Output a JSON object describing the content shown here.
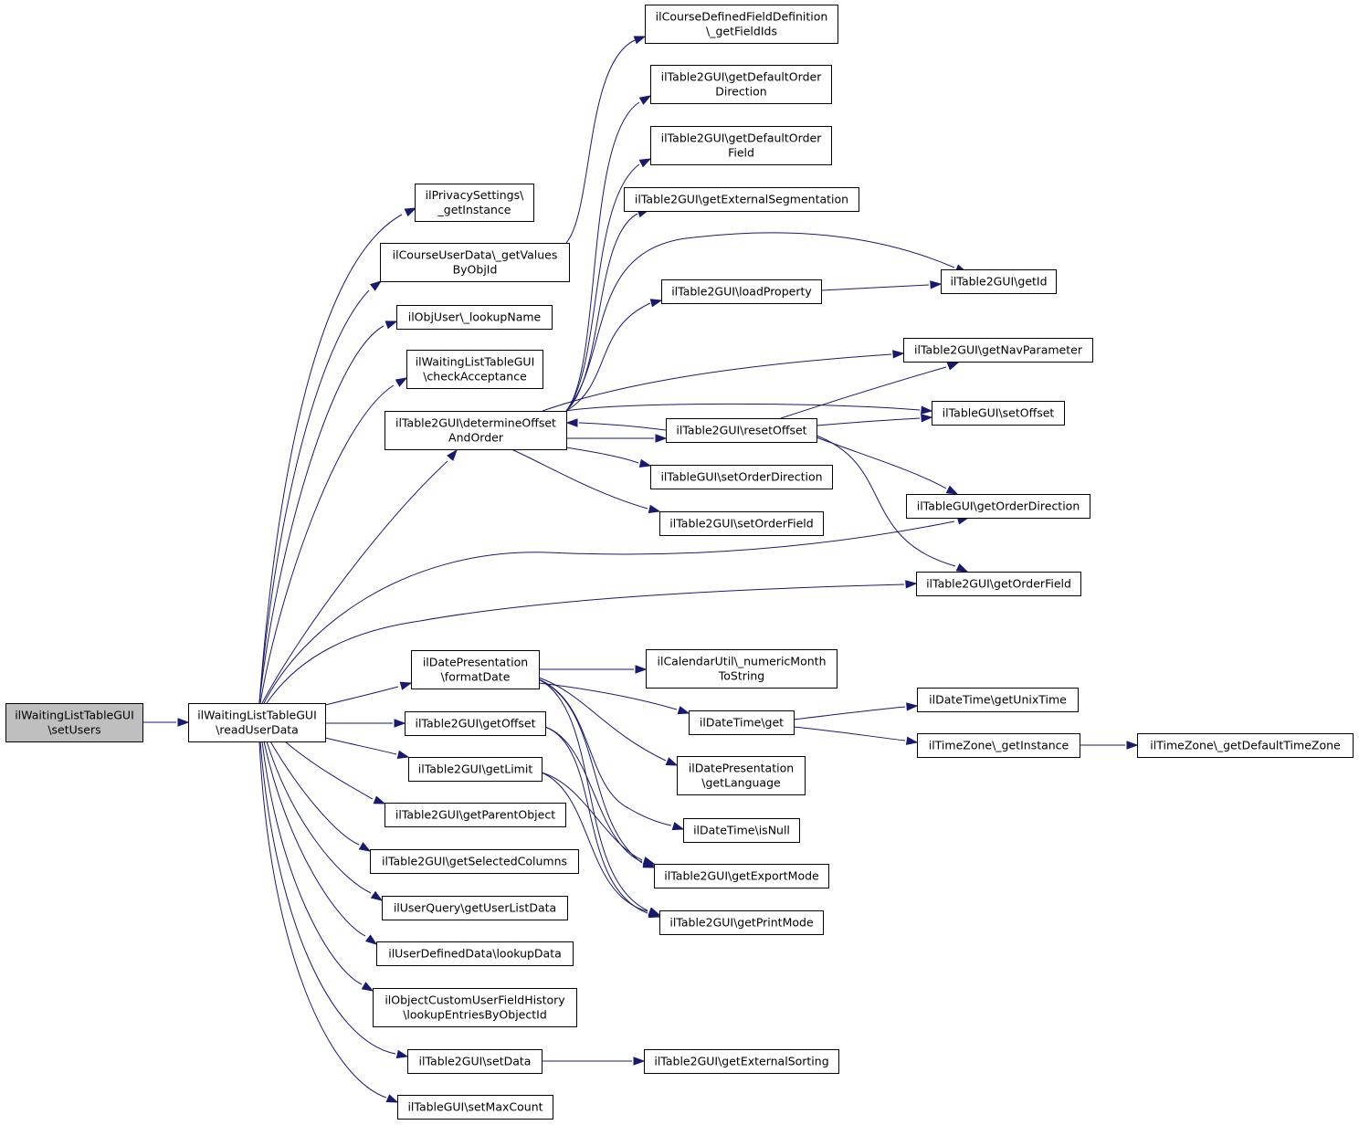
{
  "colors": {
    "edge": "#191970",
    "node_fill": "#ffffff",
    "root_fill": "#bfbfbf",
    "border": "#000000"
  },
  "nodes": {
    "setUsers": {
      "lines": [
        "ilWaitingListTableGUI",
        "\\setUsers"
      ],
      "root": true
    },
    "readUserData": {
      "lines": [
        "ilWaitingListTableGUI",
        "\\readUserData"
      ]
    },
    "privacy": {
      "lines": [
        "ilPrivacySettings\\",
        "_getInstance"
      ]
    },
    "courseUserData": {
      "lines": [
        "ilCourseUserData\\_getValues",
        "ByObjId"
      ]
    },
    "objUser": {
      "lines": [
        "ilObjUser\\_lookupName"
      ]
    },
    "checkAcceptance": {
      "lines": [
        "ilWaitingListTableGUI",
        "\\checkAcceptance"
      ]
    },
    "determineOffset": {
      "lines": [
        "ilTable2GUI\\determineOffset",
        "AndOrder"
      ]
    },
    "formatDate": {
      "lines": [
        "ilDatePresentation",
        "\\formatDate"
      ]
    },
    "getOffset": {
      "lines": [
        "ilTable2GUI\\getOffset"
      ]
    },
    "getLimit": {
      "lines": [
        "ilTable2GUI\\getLimit"
      ]
    },
    "getParentObject": {
      "lines": [
        "ilTable2GUI\\getParentObject"
      ]
    },
    "getSelectedColumns": {
      "lines": [
        "ilTable2GUI\\getSelectedColumns"
      ]
    },
    "getUserListData": {
      "lines": [
        "ilUserQuery\\getUserListData"
      ]
    },
    "lookupData": {
      "lines": [
        "ilUserDefinedData\\lookupData"
      ]
    },
    "lookupEntries": {
      "lines": [
        "ilObjectCustomUserFieldHistory",
        "\\lookupEntriesByObjectId"
      ]
    },
    "setData": {
      "lines": [
        "ilTable2GUI\\setData"
      ]
    },
    "setMaxCount": {
      "lines": [
        "ilTableGUI\\setMaxCount"
      ]
    },
    "courseDefined": {
      "lines": [
        "ilCourseDefinedFieldDefinition",
        "\\_getFieldIds"
      ]
    },
    "defaultOrderDir": {
      "lines": [
        "ilTable2GUI\\getDefaultOrder",
        "Direction"
      ]
    },
    "defaultOrderField": {
      "lines": [
        "ilTable2GUI\\getDefaultOrder",
        "Field"
      ]
    },
    "externalSeg": {
      "lines": [
        "ilTable2GUI\\getExternalSegmentation"
      ]
    },
    "loadProperty": {
      "lines": [
        "ilTable2GUI\\loadProperty"
      ]
    },
    "resetOffset": {
      "lines": [
        "ilTable2GUI\\resetOffset"
      ]
    },
    "setOrderDirection": {
      "lines": [
        "ilTableGUI\\setOrderDirection"
      ]
    },
    "setOrderField": {
      "lines": [
        "ilTable2GUI\\setOrderField"
      ]
    },
    "numericMonth": {
      "lines": [
        "ilCalendarUtil\\_numericMonth",
        "ToString"
      ]
    },
    "dateTimeGet": {
      "lines": [
        "ilDateTime\\get"
      ]
    },
    "getLanguage": {
      "lines": [
        "ilDatePresentation",
        "\\getLanguage"
      ]
    },
    "isNull": {
      "lines": [
        "ilDateTime\\isNull"
      ]
    },
    "exportMode": {
      "lines": [
        "ilTable2GUI\\getExportMode"
      ]
    },
    "printMode": {
      "lines": [
        "ilTable2GUI\\getPrintMode"
      ]
    },
    "externalSorting": {
      "lines": [
        "ilTable2GUI\\getExternalSorting"
      ]
    },
    "getId": {
      "lines": [
        "ilTable2GUI\\getId"
      ]
    },
    "navParam": {
      "lines": [
        "ilTable2GUI\\getNavParameter"
      ]
    },
    "setOffset": {
      "lines": [
        "ilTableGUI\\setOffset"
      ]
    },
    "getOrderDirection": {
      "lines": [
        "ilTableGUI\\getOrderDirection"
      ]
    },
    "getOrderField": {
      "lines": [
        "ilTable2GUI\\getOrderField"
      ]
    },
    "unixTime": {
      "lines": [
        "ilDateTime\\getUnixTime"
      ]
    },
    "tzInstance": {
      "lines": [
        "ilTimeZone\\_getInstance"
      ]
    },
    "defaultTZ": {
      "lines": [
        "ilTimeZone\\_getDefaultTimeZone"
      ]
    }
  },
  "edges": [
    [
      "setUsers",
      "readUserData"
    ],
    [
      "readUserData",
      "privacy"
    ],
    [
      "readUserData",
      "courseUserData"
    ],
    [
      "readUserData",
      "objUser"
    ],
    [
      "readUserData",
      "checkAcceptance"
    ],
    [
      "readUserData",
      "determineOffset"
    ],
    [
      "readUserData",
      "getOrderDirection"
    ],
    [
      "readUserData",
      "getOrderField"
    ],
    [
      "readUserData",
      "formatDate"
    ],
    [
      "readUserData",
      "getOffset"
    ],
    [
      "readUserData",
      "getLimit"
    ],
    [
      "readUserData",
      "getParentObject"
    ],
    [
      "readUserData",
      "getSelectedColumns"
    ],
    [
      "readUserData",
      "getUserListData"
    ],
    [
      "readUserData",
      "lookupData"
    ],
    [
      "readUserData",
      "lookupEntries"
    ],
    [
      "readUserData",
      "setData"
    ],
    [
      "readUserData",
      "setMaxCount"
    ],
    [
      "courseUserData",
      "courseDefined"
    ],
    [
      "determineOffset",
      "defaultOrderDir"
    ],
    [
      "determineOffset",
      "defaultOrderField"
    ],
    [
      "determineOffset",
      "externalSeg"
    ],
    [
      "determineOffset",
      "getId"
    ],
    [
      "determineOffset",
      "loadProperty"
    ],
    [
      "determineOffset",
      "navParam"
    ],
    [
      "determineOffset",
      "setOffset"
    ],
    [
      "determineOffset",
      "resetOffset"
    ],
    [
      "determineOffset",
      "setOrderDirection"
    ],
    [
      "determineOffset",
      "setOrderField"
    ],
    [
      "loadProperty",
      "getId"
    ],
    [
      "resetOffset",
      "determineOffset"
    ],
    [
      "resetOffset",
      "navParam"
    ],
    [
      "resetOffset",
      "setOffset"
    ],
    [
      "resetOffset",
      "getOrderDirection"
    ],
    [
      "resetOffset",
      "getOrderField"
    ],
    [
      "formatDate",
      "numericMonth"
    ],
    [
      "formatDate",
      "dateTimeGet"
    ],
    [
      "formatDate",
      "getLanguage"
    ],
    [
      "formatDate",
      "isNull"
    ],
    [
      "formatDate",
      "exportMode"
    ],
    [
      "formatDate",
      "printMode"
    ],
    [
      "getOffset",
      "exportMode"
    ],
    [
      "getOffset",
      "printMode"
    ],
    [
      "getLimit",
      "exportMode"
    ],
    [
      "getLimit",
      "printMode"
    ],
    [
      "setData",
      "externalSorting"
    ],
    [
      "dateTimeGet",
      "unixTime"
    ],
    [
      "dateTimeGet",
      "tzInstance"
    ],
    [
      "tzInstance",
      "defaultTZ"
    ]
  ]
}
